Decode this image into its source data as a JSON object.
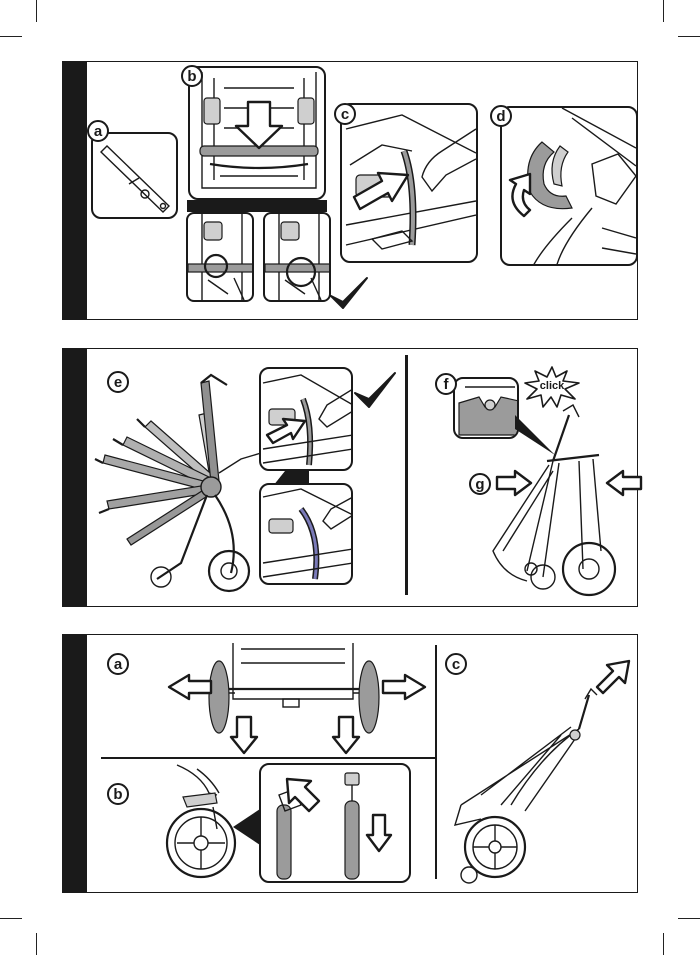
{
  "section1": {
    "badges": {
      "a": "a",
      "b": "b",
      "c": "c",
      "d": "d"
    }
  },
  "section2": {
    "badges": {
      "e": "e",
      "f": "f",
      "g": "g"
    },
    "click_text": "click"
  },
  "section3": {
    "badges": {
      "a": "a",
      "b": "b",
      "c": "c"
    }
  },
  "colors": {
    "ink": "#1a1a1a",
    "grey": "#9b9b9b",
    "light_grey": "#cfcfcf",
    "blue_tint": "#7a7ab8"
  }
}
